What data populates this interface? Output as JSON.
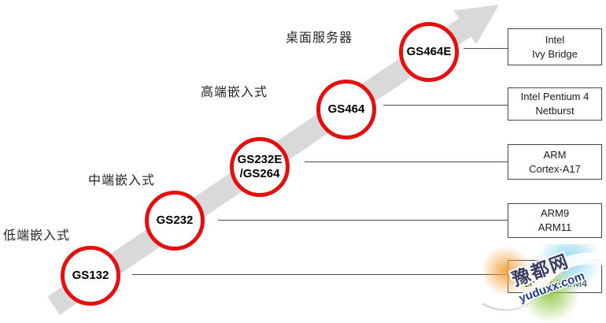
{
  "diagram": {
    "categories": [
      {
        "label": "低端嵌入式"
      },
      {
        "label": "中端嵌入式"
      },
      {
        "label": "高端嵌入式"
      },
      {
        "label": "桌面服务器"
      }
    ],
    "nodes": [
      {
        "line1": "GS132",
        "line2": ""
      },
      {
        "line1": "GS232",
        "line2": ""
      },
      {
        "line1": "GS232E",
        "line2": "/GS264"
      },
      {
        "line1": "GS464",
        "line2": ""
      },
      {
        "line1": "GS464E",
        "line2": ""
      }
    ],
    "comparisons": [
      {
        "line1": "Intel",
        "line2": "Ivy Bridge"
      },
      {
        "line1": "Intel Pentium 4",
        "line2": "Netburst"
      },
      {
        "line1": "ARM",
        "line2": "Cortex-A17"
      },
      {
        "line1": "ARM9",
        "line2": "ARM11"
      },
      {
        "line1": "ARM",
        "line2": "Cortex-M3/M4"
      }
    ],
    "colors": {
      "circle_border": "#e60f0f",
      "arrow_fill": "#d9d9d9",
      "connector": "#4a4a4a"
    }
  },
  "watermark": {
    "name": "豫都网",
    "domain": "yuduxx.com"
  }
}
